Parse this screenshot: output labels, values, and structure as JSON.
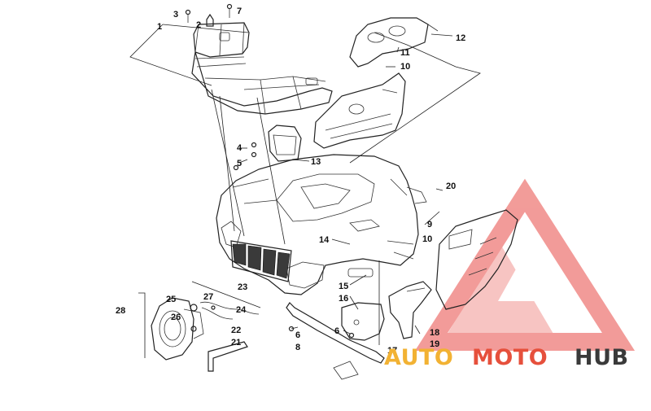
{
  "callouts": [
    "1",
    "2",
    "3",
    "4",
    "5",
    "6",
    "6",
    "7",
    "8",
    "9",
    "10",
    "10",
    "11",
    "12",
    "13",
    "14",
    "15",
    "16",
    "17",
    "18",
    "19",
    "20",
    "21",
    "22",
    "23",
    "24",
    "25",
    "26",
    "27",
    "28"
  ],
  "watermark": {
    "auto": "AUTO",
    "moto": "MOTO",
    "hub": "HUB",
    "colors": {
      "auto": "#f2b233",
      "moto": "#e6503c",
      "hub": "#3a3a3a",
      "triangle": "#e84b46"
    }
  }
}
